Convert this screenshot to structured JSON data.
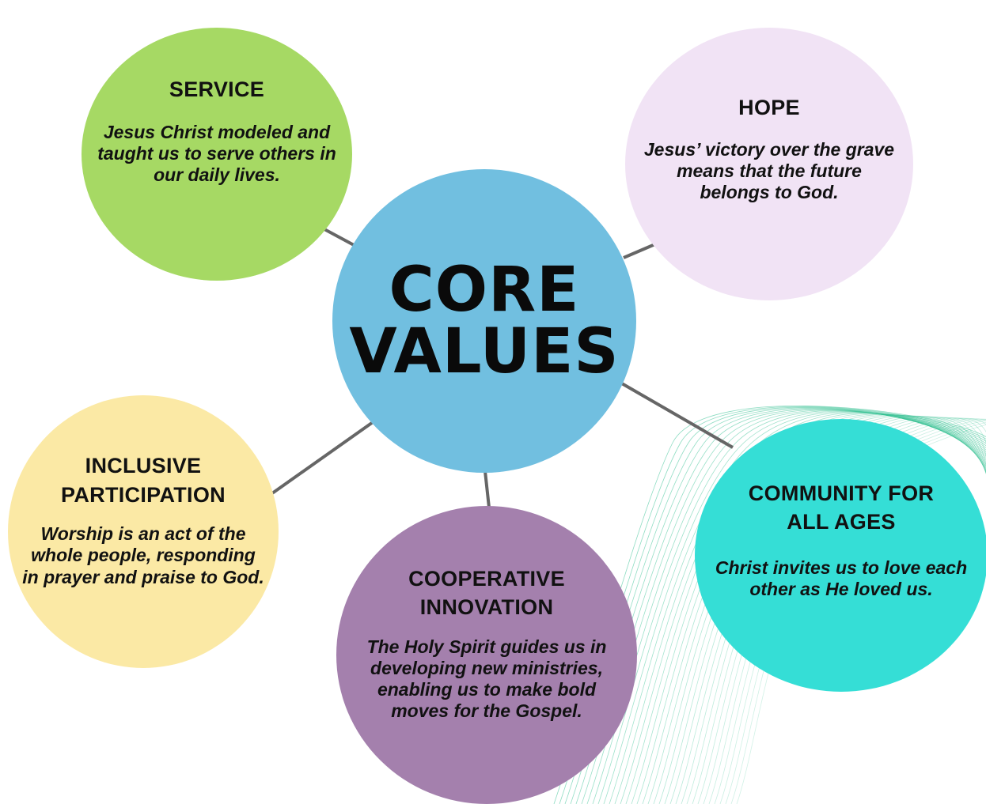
{
  "core": {
    "line1": "CORE",
    "line2": "VALUES"
  },
  "values": [
    {
      "id": "service",
      "title_lines": [
        "SERVICE"
      ],
      "description": "Jesus Christ modeled and taught us to serve others in our daily lives."
    },
    {
      "id": "hope",
      "title_lines": [
        "HOPE"
      ],
      "description": "Jesus’ victory over the grave means that the future belongs to God."
    },
    {
      "id": "inclusive",
      "title_lines": [
        "INCLUSIVE",
        "PARTICIPATION"
      ],
      "description": "Worship is an act of the whole people, responding in prayer and praise to God."
    },
    {
      "id": "cooperative",
      "title_lines": [
        "COOPERATIVE",
        "INNOVATION"
      ],
      "description": "The Holy Spirit guides us in developing new ministries, enabling us to make bold moves for the Gospel."
    },
    {
      "id": "community",
      "title_lines": [
        "COMMUNITY FOR",
        "ALL AGES"
      ],
      "description": "Christ invites us to love each other as He loved us."
    }
  ],
  "colors": {
    "core": "#71bfe0",
    "service": "#a6d964",
    "hope": "#f1e3f5",
    "inclusive": "#fbe9a5",
    "cooperative": "#a480ad",
    "community": "#35ded6",
    "connector": "#666666",
    "decoration_wave": "#2fbf8f"
  }
}
